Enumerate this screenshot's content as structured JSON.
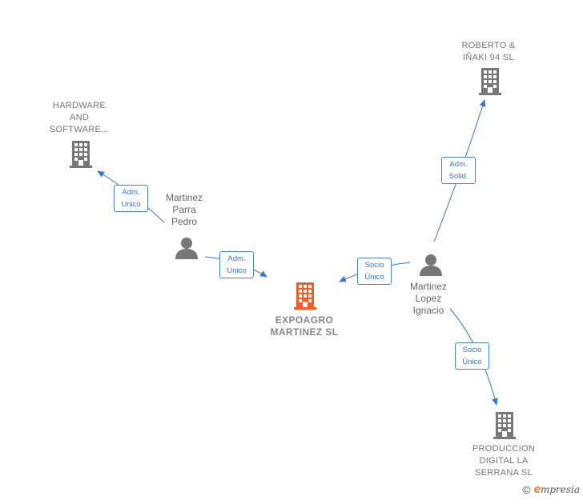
{
  "colors": {
    "edge": "#3a78c8",
    "company_icon": "#777777",
    "main_icon": "#f25d2a",
    "person_icon": "#777777",
    "brand_accent": "#f07a1a"
  },
  "nodes": {
    "main": {
      "lines": [
        "EXPOAGRO",
        "MARTINEZ  SL"
      ],
      "icon": "building-icon"
    },
    "hardware": {
      "lines": [
        "HARDWARE",
        "AND",
        "SOFTWARE..."
      ],
      "icon": "building-icon"
    },
    "roberto": {
      "lines": [
        "ROBERTO &",
        "IÑAKI 94  SL"
      ],
      "icon": "building-icon"
    },
    "produccion": {
      "lines": [
        "PRODUCCION",
        "DIGITAL LA",
        "SERRANA  SL"
      ],
      "icon": "building-icon"
    },
    "pedro": {
      "lines": [
        "Martinez",
        "Parra",
        "Pedro"
      ],
      "icon": "person-icon"
    },
    "ignacio": {
      "lines": [
        "Martinez",
        "Lopez",
        "Ignacio"
      ],
      "icon": "person-icon"
    }
  },
  "edges": {
    "pedro_hardware": {
      "lines": [
        "Adm.",
        "Unico"
      ]
    },
    "pedro_main": {
      "lines": [
        "Adm.",
        "Unico"
      ]
    },
    "ignacio_main": {
      "lines": [
        "Socio",
        "Único"
      ]
    },
    "ignacio_roberto": {
      "lines": [
        "Adm.",
        "Solid."
      ]
    },
    "ignacio_produccion": {
      "lines": [
        "Socio",
        "Único"
      ]
    }
  },
  "footer": {
    "copyright_symbol": "©",
    "brand_initial": "e",
    "brand_rest": "mpresia"
  }
}
